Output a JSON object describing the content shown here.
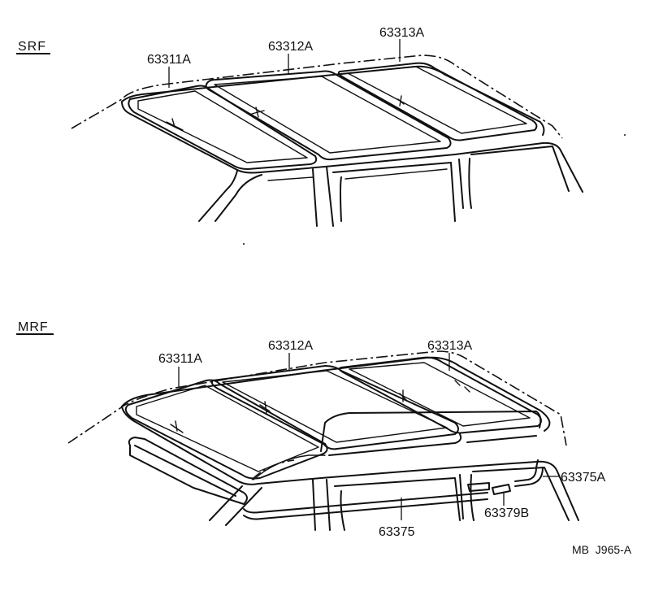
{
  "sections": {
    "srf": {
      "title": "SRF",
      "parts": {
        "front_panel": "63311A",
        "center_panel": "63312A",
        "rear_panel": "63313A"
      }
    },
    "mrf": {
      "title": "MRF",
      "parts": {
        "front_panel": "63311A",
        "center_panel": "63312A",
        "rear_panel": "63313A",
        "side_trim": "63375",
        "side_trim_end": "63375A",
        "clip": "63379B"
      }
    }
  },
  "reference_code": "MB  J965-A"
}
